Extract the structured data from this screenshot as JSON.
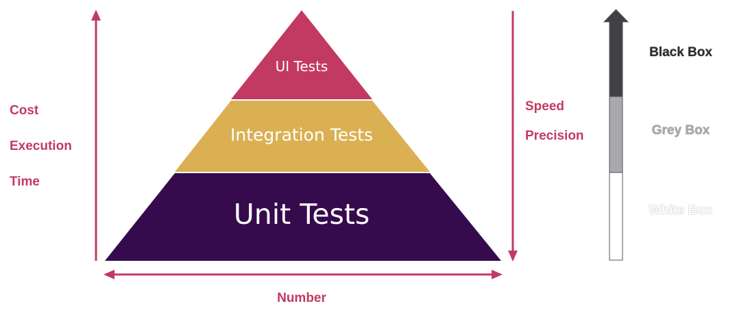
{
  "pyramid": {
    "levels": [
      {
        "label": "UI Tests",
        "color": "#c23a61"
      },
      {
        "label": "Integration Tests",
        "color": "#dbb053"
      },
      {
        "label": "Unit Tests",
        "color": "#350b4d"
      }
    ]
  },
  "axes": {
    "left_labels": [
      "Cost",
      "Execution",
      "Time"
    ],
    "right_labels": [
      "Speed",
      "Precision"
    ],
    "bottom_label": "Number",
    "arrow_color": "#c23a61"
  },
  "box_scale": {
    "levels": [
      {
        "label": "Black Box",
        "fill": "#414145",
        "text_color": "#2d2d2d"
      },
      {
        "label": "Grey Box",
        "fill": "#a9a9ad",
        "text_color": "#a9a9ad"
      },
      {
        "label": "White Box",
        "fill": "#ffffff",
        "text_color": "#ffffff"
      }
    ],
    "border_color": "#555555"
  }
}
